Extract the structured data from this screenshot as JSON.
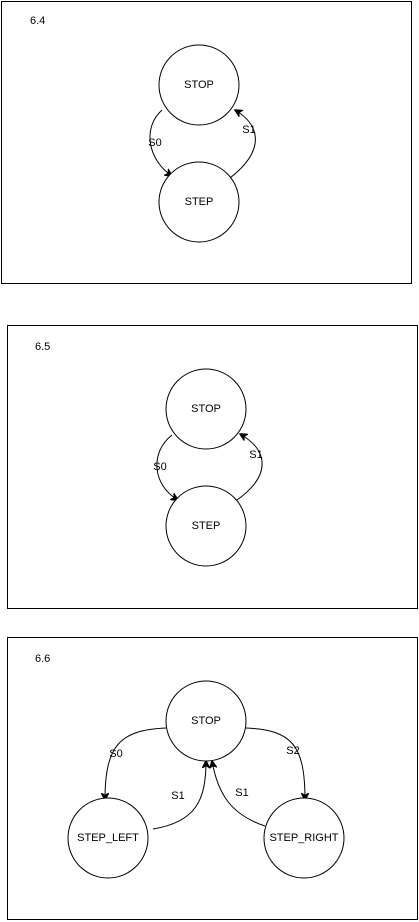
{
  "panels": [
    {
      "title": "6.4",
      "states": {
        "stop": "STOP",
        "step": "STEP"
      },
      "transitions": {
        "to_step": "S0",
        "to_stop": "S1"
      }
    },
    {
      "title": "6.5",
      "states": {
        "stop": "STOP",
        "step": "STEP"
      },
      "transitions": {
        "to_step": "S0",
        "to_stop": "S1"
      }
    },
    {
      "title": "6.6",
      "states": {
        "stop": "STOP",
        "step_left": "STEP_LEFT",
        "step_right": "STEP_RIGHT"
      },
      "transitions": {
        "to_left": "S0",
        "left_to_stop": "S1",
        "right_to_stop": "S1",
        "to_right": "S2"
      }
    }
  ]
}
